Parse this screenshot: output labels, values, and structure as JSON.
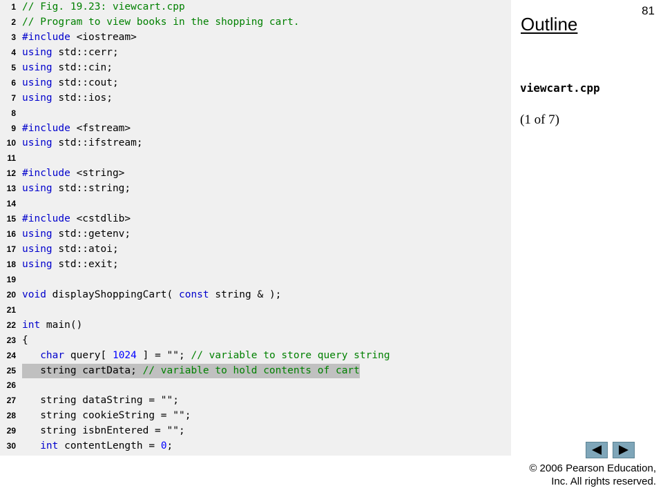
{
  "page_number": "81",
  "outline": {
    "title": "Outline",
    "file_name": "viewcart.cpp",
    "part": "(1 of 7)"
  },
  "copyright": {
    "line1": "© 2006 Pearson Education,",
    "line2": "Inc.  All rights reserved."
  },
  "nav": {
    "prev_icon": "triangle-left-icon",
    "next_icon": "triangle-right-icon"
  },
  "colors": {
    "comment": "#008000",
    "keyword": "#0000cc",
    "number": "#0000ff",
    "highlight": "#c0c0c0",
    "panel_background": "#f0f0f0",
    "nav_button": "#7fa6b9"
  },
  "code": {
    "highlighted_line": "25",
    "lines": [
      {
        "no": "1",
        "tokens": [
          {
            "t": "comment",
            "v": "// Fig. 19.23: viewcart.cpp"
          }
        ]
      },
      {
        "no": "2",
        "tokens": [
          {
            "t": "comment",
            "v": "// Program to view books in the shopping cart."
          }
        ]
      },
      {
        "no": "3",
        "tokens": [
          {
            "t": "keyword",
            "v": "#include"
          },
          {
            "t": "plain",
            "v": " <iostream>"
          }
        ]
      },
      {
        "no": "4",
        "tokens": [
          {
            "t": "keyword",
            "v": "using"
          },
          {
            "t": "plain",
            "v": " std::cerr;"
          }
        ]
      },
      {
        "no": "5",
        "tokens": [
          {
            "t": "keyword",
            "v": "using"
          },
          {
            "t": "plain",
            "v": " std::cin;"
          }
        ]
      },
      {
        "no": "6",
        "tokens": [
          {
            "t": "keyword",
            "v": "using"
          },
          {
            "t": "plain",
            "v": " std::cout;"
          }
        ]
      },
      {
        "no": "7",
        "tokens": [
          {
            "t": "keyword",
            "v": "using"
          },
          {
            "t": "plain",
            "v": " std::ios;"
          }
        ]
      },
      {
        "no": "8",
        "tokens": []
      },
      {
        "no": "9",
        "tokens": [
          {
            "t": "keyword",
            "v": "#include"
          },
          {
            "t": "plain",
            "v": " <fstream>"
          }
        ]
      },
      {
        "no": "10",
        "tokens": [
          {
            "t": "keyword",
            "v": "using"
          },
          {
            "t": "plain",
            "v": " std::ifstream;"
          }
        ]
      },
      {
        "no": "11",
        "tokens": []
      },
      {
        "no": "12",
        "tokens": [
          {
            "t": "keyword",
            "v": "#include"
          },
          {
            "t": "plain",
            "v": " <string>"
          }
        ]
      },
      {
        "no": "13",
        "tokens": [
          {
            "t": "keyword",
            "v": "using"
          },
          {
            "t": "plain",
            "v": " std::string;"
          }
        ]
      },
      {
        "no": "14",
        "tokens": []
      },
      {
        "no": "15",
        "tokens": [
          {
            "t": "keyword",
            "v": "#include"
          },
          {
            "t": "plain",
            "v": " <cstdlib>"
          }
        ]
      },
      {
        "no": "16",
        "tokens": [
          {
            "t": "keyword",
            "v": "using"
          },
          {
            "t": "plain",
            "v": " std::getenv;"
          }
        ]
      },
      {
        "no": "17",
        "tokens": [
          {
            "t": "keyword",
            "v": "using"
          },
          {
            "t": "plain",
            "v": " std::atoi;"
          }
        ]
      },
      {
        "no": "18",
        "tokens": [
          {
            "t": "keyword",
            "v": "using"
          },
          {
            "t": "plain",
            "v": " std::exit;"
          }
        ]
      },
      {
        "no": "19",
        "tokens": []
      },
      {
        "no": "20",
        "tokens": [
          {
            "t": "keyword",
            "v": "void"
          },
          {
            "t": "plain",
            "v": " displayShoppingCart( "
          },
          {
            "t": "keyword",
            "v": "const"
          },
          {
            "t": "plain",
            "v": " string & );"
          }
        ]
      },
      {
        "no": "21",
        "tokens": []
      },
      {
        "no": "22",
        "tokens": [
          {
            "t": "keyword",
            "v": "int"
          },
          {
            "t": "plain",
            "v": " main()"
          }
        ]
      },
      {
        "no": "23",
        "tokens": [
          {
            "t": "plain",
            "v": "{"
          }
        ]
      },
      {
        "no": "24",
        "tokens": [
          {
            "t": "plain",
            "v": "   "
          },
          {
            "t": "keyword",
            "v": "char"
          },
          {
            "t": "plain",
            "v": " query[ "
          },
          {
            "t": "number",
            "v": "1024"
          },
          {
            "t": "plain",
            "v": " ] = \"\"; "
          },
          {
            "t": "comment",
            "v": "// variable to store query string"
          }
        ]
      },
      {
        "no": "25",
        "tokens": [
          {
            "t": "plain",
            "v": "   string cartData; "
          },
          {
            "t": "comment",
            "v": "// variable to hold contents of cart"
          }
        ]
      },
      {
        "no": "26",
        "tokens": []
      },
      {
        "no": "27",
        "tokens": [
          {
            "t": "plain",
            "v": "   string dataString = \"\";"
          }
        ]
      },
      {
        "no": "28",
        "tokens": [
          {
            "t": "plain",
            "v": "   string cookieString = \"\";"
          }
        ]
      },
      {
        "no": "29",
        "tokens": [
          {
            "t": "plain",
            "v": "   string isbnEntered = \"\";"
          }
        ]
      },
      {
        "no": "30",
        "tokens": [
          {
            "t": "plain",
            "v": "   "
          },
          {
            "t": "keyword",
            "v": "int"
          },
          {
            "t": "plain",
            "v": " contentLength = "
          },
          {
            "t": "number",
            "v": "0"
          },
          {
            "t": "plain",
            "v": ";"
          }
        ]
      }
    ]
  }
}
